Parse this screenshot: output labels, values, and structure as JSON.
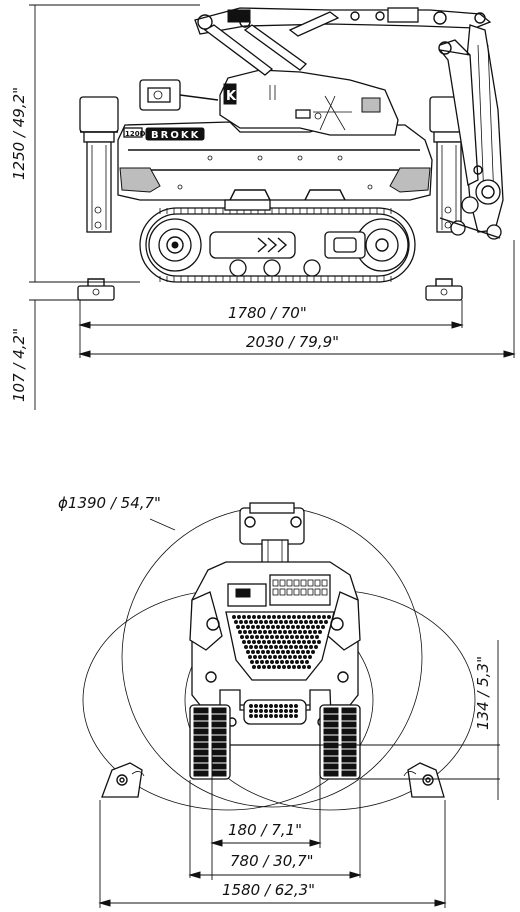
{
  "top_view": {
    "dims": {
      "height": "1250 / 49,2\"",
      "ground_offset": "107 / 4,2\"",
      "track_length": "1780 / 70\"",
      "overall_length": "2030 / 79,9\""
    },
    "brand_plate": "BROKK",
    "small_plate": "120D",
    "cab_letters": "K"
  },
  "bottom_view": {
    "dims": {
      "swing_diameter": "ϕ1390 / 54,7\"",
      "clearance": "134 / 5,3\"",
      "offset": "180 / 7,1\"",
      "track_width": "780 / 30,7\"",
      "outrigger_width": "1580 / 62,3\""
    }
  }
}
